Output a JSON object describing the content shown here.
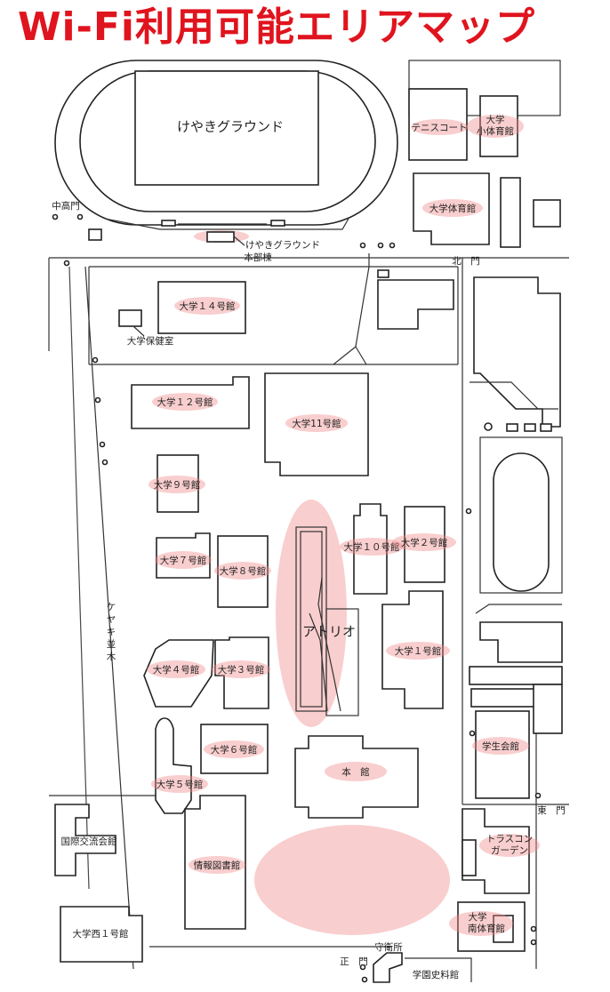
{
  "title": "Wi-Fi利用可能エリアマップ",
  "colors": {
    "title": "#e0141e",
    "wifi_area": "#f08a8a",
    "lines": "#222222"
  },
  "buildings": {
    "keyaki_ground": "けやきグラウンド",
    "keyaki_ground_honbu_1": "けやきグラウンド",
    "keyaki_ground_honbu_2": "本部棟",
    "tennis_court": "テニスコート",
    "small_gym_1": "大学",
    "small_gym_2": "小体育館",
    "gym": "大学体育館",
    "b14": "大学１４号館",
    "health": "大学保健室",
    "b12": "大学１２号館",
    "b11": "大学11号館",
    "b9": "大学９号館",
    "b7": "大学７号館",
    "b8": "大学８号館",
    "b10": "大学１０号館",
    "b2": "大学２号館",
    "atelier": "アトリオ",
    "b1": "大学１号館",
    "b4": "大学４号館",
    "b3": "大学３号館",
    "b6": "大学６号館",
    "b5": "大学５号館",
    "honkan": "本　館",
    "student_hall": "学生会館",
    "toraskon_1": "トラスコン",
    "toraskon_2": "ガーデン",
    "international": "国際交流会館",
    "library": "情報図書館",
    "west1": "大学西１号館",
    "south_gym_1": "大学",
    "south_gym_2": "南体育館",
    "guard": "守衛所",
    "history": "学園史料館"
  },
  "gates": {
    "middle_high": "中高門",
    "north": "北　門",
    "east": "東　門",
    "main": "正　門"
  },
  "streets": {
    "keyaki_namiki": [
      "ケ",
      "ヤ",
      "キ",
      "並",
      "木"
    ]
  }
}
